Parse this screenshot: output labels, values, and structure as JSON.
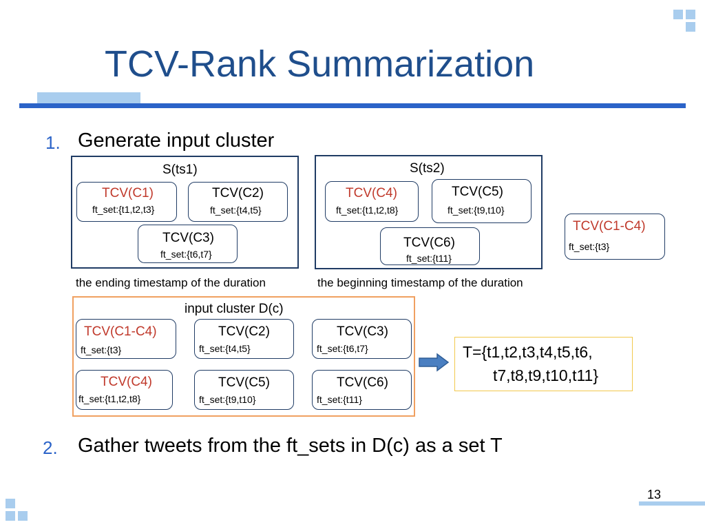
{
  "slide": {
    "title": "TCV-Rank Summarization",
    "page_number": "13",
    "steps": [
      {
        "number": "1.",
        "text": "Generate input cluster"
      },
      {
        "number": "2.",
        "text": "Gather tweets from the ft_sets in D(c) as a set T"
      }
    ]
  },
  "diagram": {
    "s_ts1": {
      "heading": "S(ts1)",
      "caption": "the ending timestamp of the duration",
      "boxes": [
        {
          "name": "TCV(C1)",
          "ft": "ft_set:{t1,t2,t3}",
          "highlight": true
        },
        {
          "name": "TCV(C2)",
          "ft": "ft_set:{t4,t5}",
          "highlight": false
        },
        {
          "name": "TCV(C3)",
          "ft": "ft_set:{t6,t7}",
          "highlight": false
        }
      ]
    },
    "s_ts2": {
      "heading": "S(ts2)",
      "caption": "the beginning timestamp of the duration",
      "boxes": [
        {
          "name": "TCV(C4)",
          "ft": "ft_set:{t1,t2,t8}",
          "highlight": true
        },
        {
          "name": "TCV(C5)",
          "ft": "ft_set:{t9,t10}",
          "highlight": false
        },
        {
          "name": "TCV(C6)",
          "ft": "ft_set:{t11}",
          "highlight": false
        }
      ]
    },
    "merged": {
      "name": "TCV(C1-C4)",
      "ft": "ft_set:{t3}"
    },
    "input_cluster": {
      "heading": "input cluster D(c)",
      "boxes": [
        {
          "name": "TCV(C1-C4)",
          "ft": "ft_set:{t3}",
          "highlight": true
        },
        {
          "name": "TCV(C2)",
          "ft": "ft_set:{t4,t5}",
          "highlight": false
        },
        {
          "name": "TCV(C3)",
          "ft": "ft_set:{t6,t7}",
          "highlight": false
        },
        {
          "name": "TCV(C4)",
          "ft": "ft_set:{t1,t2,t8}",
          "highlight": true
        },
        {
          "name": "TCV(C5)",
          "ft": "ft_set:{t9,t10}",
          "highlight": false
        },
        {
          "name": "TCV(C6)",
          "ft": "ft_set:{t11}",
          "highlight": false
        }
      ]
    },
    "result": {
      "line1": "T={t1,t2,t3,t4,t5,t6,",
      "line2": "t7,t8,t9,t10,t11}"
    },
    "colors": {
      "title": "#1f4e8c",
      "accent": "#2b63c8",
      "highlight_text": "#c0392b",
      "panel_border": "#1f3b64",
      "cluster_border": "#f0a060",
      "result_border": "#f2c84b",
      "arrow": "#4a7fc1"
    }
  }
}
